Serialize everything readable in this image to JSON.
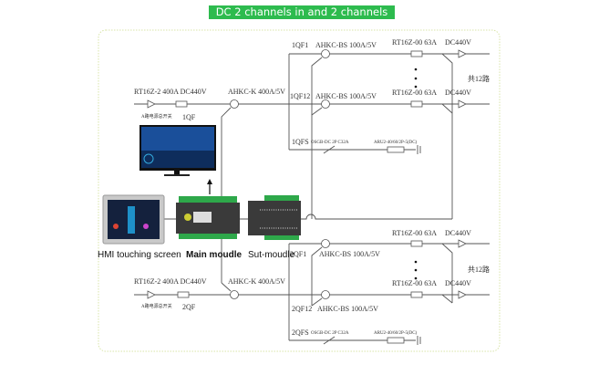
{
  "title": "DC 2 channels in and 2 channels out",
  "channels": [
    {
      "input_fuse": "RT16Z-2 400A DC440V",
      "main_switch_cn": "A路电源总开关",
      "main_breaker": "1QF",
      "main_ct": "AHKC-K 400A/5V",
      "branch_first": {
        "breaker": "1QF1",
        "ct": "AHKC-BS 100A/5V",
        "fuse": "RT16Z-00 63A",
        "voltage": "DC440V"
      },
      "branch_last": {
        "breaker": "1QF12",
        "ct": "AHKC-BS 100A/5V",
        "fuse": "RT16Z-00 63A",
        "voltage": "DC440V"
      },
      "branch_count": "共12路",
      "spd": {
        "breaker": "1QFS",
        "switch": "OSGB-DC 2P C32A",
        "device": "ARU2-40/60/2P-5(DC)"
      }
    },
    {
      "input_fuse": "RT16Z-2 400A DC440V",
      "main_switch_cn": "A路电源总开关",
      "main_breaker": "2QF",
      "main_ct": "AHKC-K 400A/5V",
      "branch_first": {
        "breaker": "2QF1",
        "ct": "AHKC-BS 100A/5V",
        "fuse": "RT16Z-00 63A",
        "voltage": "DC440V"
      },
      "branch_last": {
        "breaker": "2QF12",
        "ct": "AHKC-BS 100A/5V",
        "fuse": "RT16Z-00 63A",
        "voltage": "DC440V"
      },
      "branch_count": "共12路",
      "spd": {
        "breaker": "2QFS",
        "switch": "OSGB-DC 2P C32A",
        "device": "ARU2-40/60/2P-5(DC)"
      }
    }
  ],
  "devices": {
    "hmi": "HMI touching screen",
    "main": "Main moudle",
    "sub": "Sut-moudle"
  },
  "colors": {
    "badge": "#2dbb4e",
    "border": "#d8e4a8"
  }
}
